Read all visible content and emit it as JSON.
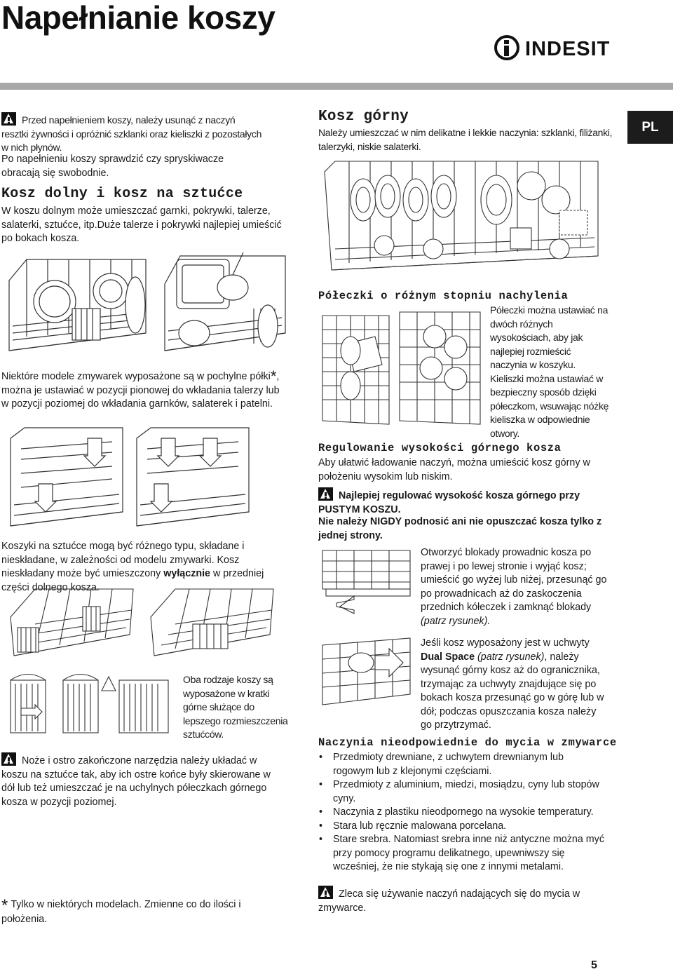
{
  "header": {
    "title": "Napełnianie koszy",
    "brand": "INDESIT",
    "language": "PL"
  },
  "left": {
    "intro_warning": "Przed napełnieniem koszy, należy usunąć z naczyń resztki żywności i opróżnić szklanki oraz kieliszki z pozostałych w nich płynów.",
    "intro_check": "Po napełnieniu koszy sprawdzić czy spryskiwacze obracają się swobodnie.",
    "lower_title": "Kosz dolny i kosz na sztućce",
    "lower_text": "W koszu dolnym może umieszczać garnki, pokrywki, talerze, salaterki, sztućce, itp.Duże talerze i pokrywki najlepiej umieścić po bokach kosza.",
    "tilt_text": "Niektóre modele zmywarek wyposażone są w pochylne półki",
    "tilt_star": "*",
    "tilt_text2": ", można je ustawiać w pozycji pionowej do wkładania talerzy lub w pozycji poziomej do wkładania garnków, salaterek i patelni.",
    "cutlery_text1": "Koszyki na sztućce mogą być różnego typu, składane i nieskładane, w zależności od modelu zmywarki. Kosz nieskładany może być umieszczony ",
    "cutlery_bold": "wyłącznie",
    "cutlery_text2": " w przedniej części dolnego kosza.",
    "cutlery_caption": "Oba rodzaje koszy są wyposażone w kratki górne służące do lepszego rozmieszczenia sztućców.",
    "knives_warning": "Noże i ostro zakończone narzędzia należy układać w koszu na sztućce tak, aby ich ostre końce były skierowane w dół lub też umieszczać je na uchylnych półeczkach górnego kosza w pozycji poziomej.",
    "footnote_star": "*",
    "footnote": "Tylko w niektórych modelach. Zmienne co do ilości i położenia."
  },
  "right": {
    "upper_title": "Kosz górny",
    "upper_text": "Należy umieszczać w nim delikatne i lekkie naczynia: szklanki, filiżanki, talerzyki, niskie salaterki.",
    "shelves_title": "Półeczki o różnym stopniu nachylenia",
    "shelves_text": "Półeczki można ustawiać na dwóch różnych wysokościach, aby jak najlepiej rozmieścić naczynia w koszyku. Kieliszki można ustawiać w bezpieczny sposób dzięki półeczkom, wsuwając nóżkę kieliszka w odpowiednie otwory.",
    "height_title": "Regulowanie wysokości górnego kosza",
    "height_text": "Aby ułatwić ładowanie naczyń, można umieścić kosz górny w położeniu wysokim lub niskim.",
    "height_warn1": "Najlepiej regulować wysokość kosza górnego przy PUSTYM KOSZU.",
    "height_warn2": "Nie należy NIGDY podnosić ani nie opuszczać kosza tylko z jednej strony.",
    "blocks_text": "Otworzyć blokady prowadnic kosza po prawej i po lewej stronie i wyjąć kosz; umieścić go wyżej lub niżej, przesunąć go po prowadnicach aż do zaskoczenia przednich kółeczek i zamknąć blokady",
    "blocks_ref": "(patrz rysunek).",
    "dual_text1": "Jeśli kosz wyposażony jest w uchwyty ",
    "dual_bold": "Dual Space",
    "dual_ref": " (patrz rysunek)",
    "dual_text2": ", należy wysunąć górny kosz aż do ogranicznika, trzymając za uchwyty znajdujące się po bokach kosza przesunąć go w górę lub w dół; podczas opuszczania kosza należy go przytrzymać.",
    "unsuitable_title": "Naczynia nieodpowiednie do mycia w zmywarce",
    "unsuitable_items": [
      "Przedmioty drewniane, z uchwytem drewnianym lub rogowym lub z klejonymi częściami.",
      "Przedmioty z aluminium, miedzi, mosiądzu, cyny lub stopów cyny.",
      "Naczynia z plastiku nieodpornego na wysokie temperatury.",
      "Stara lub ręcznie malowana porcelana.",
      "Stare srebra. Natomiast srebra inne niż antyczne można myć przy pomocy programu delikatnego, upewniwszy się wcześniej, że nie stykają się one z innymi metalami."
    ],
    "final_warning": "Zleca się używanie naczyń nadających się do mycia w zmywarce."
  },
  "page_number": "5"
}
